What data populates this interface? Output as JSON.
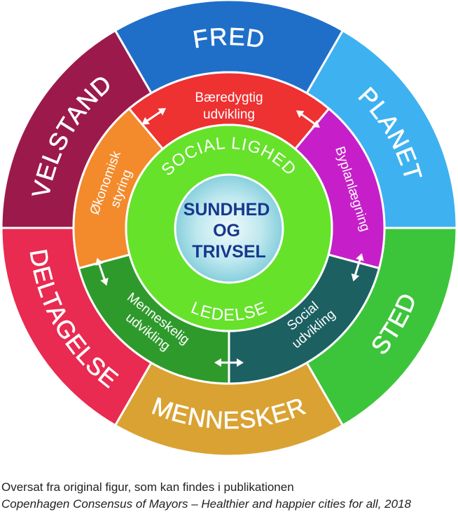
{
  "outer_ring": [
    {
      "label": "FRED",
      "color": "#1f6fc9"
    },
    {
      "label": "PLANET",
      "color": "#3eb1f1"
    },
    {
      "label": "STED",
      "color": "#3cc53a"
    },
    {
      "label": "MENNESKER",
      "color": "#d9a232"
    },
    {
      "label": "DELTAGELSE",
      "color": "#e92a51"
    },
    {
      "label": "VELSTAND",
      "color": "#9b1a4b"
    }
  ],
  "middle_ring": [
    {
      "line1": "Bæredygtig",
      "line2": "udvikling",
      "color": "#ee3131"
    },
    {
      "line1": "Byplanlægning",
      "line2": "",
      "color": "#c61fc9"
    },
    {
      "line1": "Social",
      "line2": "udvikling",
      "color": "#1c6062"
    },
    {
      "line1": "Menneskelig",
      "line2": "udvikling",
      "color": "#2f9a2c"
    },
    {
      "line1": "Økonomisk",
      "line2": "styring",
      "color": "#f38a2b"
    }
  ],
  "inner_ring": {
    "top_label": "SOCIAL LIGHED",
    "bottom_label": "LEDELSE",
    "color": "#66e22b"
  },
  "center": {
    "line1": "SUNDHED",
    "line2": "OG",
    "line3": "TRIVSEL",
    "text_color": "#17388c"
  },
  "caption": {
    "line1": "Oversat fra original figur, som kan findes i publikationen",
    "line2": "Copenhagen Consensus of Mayors – Healthier and happier cities for all, 2018"
  }
}
